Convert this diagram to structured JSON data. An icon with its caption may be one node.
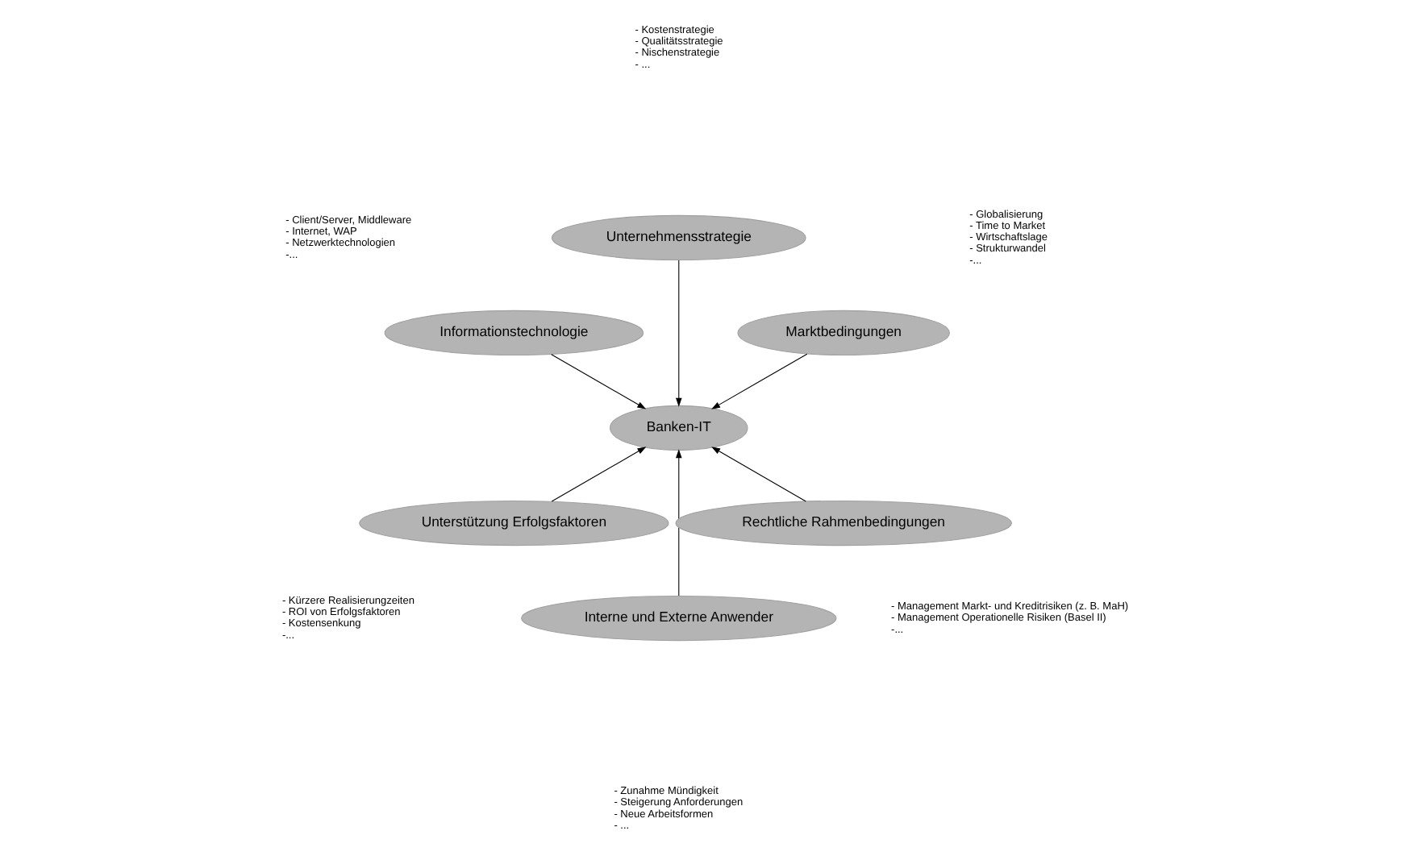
{
  "diagram": {
    "nodes": [
      {
        "text": [
          "Marktbedingungen"
        ],
        "beside": [
          "- Globalisierung",
          "- Time to Market",
          "- Wirtschaftslage",
          "- Strukturwandel",
          "-..."
        ]
      },
      {
        "text": [
          "Unternehmensstrategie"
        ],
        "beside": [
          "- Kostenstrategie",
          "- Qualitätsstrategie",
          "- Nischenstrategie",
          "- ..."
        ]
      },
      {
        "text": [
          "Informationstechnologie"
        ],
        "beside": [
          "- Client/Server, Middleware",
          "- Internet, WAP",
          "- Netzwerktechnologien",
          "-..."
        ]
      },
      {
        "text": [
          "Banken-IT"
        ]
      },
      {
        "text": [
          "Unterstützung Erfolgsfaktoren"
        ],
        "beside": [
          "- Kürzere Realisierungzeiten",
          "- ROI von Erfolgsfaktoren",
          "- Kostensenkung",
          "-..."
        ]
      },
      {
        "text": [
          "Interne und Externe Anwender"
        ],
        "beside": [
          "- Zunahme Mündigkeit",
          "- Steigerung Anforderungen",
          "- Neue Arbeitsformen",
          "- ..."
        ]
      },
      {
        "text": [
          "Rechtliche Rahmenbedingungen"
        ],
        "beside": [
          "- Management Markt- und Kreditrisiken (z. B. MaH)",
          "- Management Operationelle Risiken (Basel II)",
          "-..."
        ]
      }
    ],
    "edges": [
      {
        "from": 0,
        "to": 3,
        "arrow": "to"
      },
      {
        "from": 1,
        "to": 3,
        "arrow": "to"
      },
      {
        "from": 2,
        "to": 3,
        "arrow": "to"
      },
      {
        "from": 4,
        "to": 3,
        "arrow": "to"
      },
      {
        "from": 5,
        "to": 3,
        "arrow": "to"
      },
      {
        "from": 6,
        "to": 3,
        "arrow": "to"
      }
    ]
  }
}
